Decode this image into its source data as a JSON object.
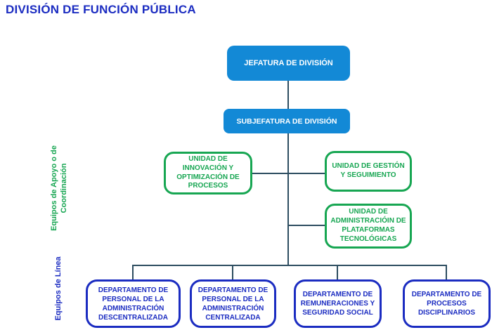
{
  "title": "DIVISIÓN DE FUNCIÓN PÚBLICA",
  "colors": {
    "title_blue": "#1b2cc1",
    "box_fill_blue": "#1389d6",
    "green": "#17a652",
    "connector_line": "#2d4d60"
  },
  "org": {
    "root": "JEFATURA DE DIVISIÓN",
    "deputy": "SUBJEFATURA DE DIVISIÓN",
    "side_labels": {
      "support": "Equipos de Apoyo o de Coordinación",
      "line": "Equipos de Línea"
    },
    "support_units": [
      "UNIDAD DE INNOVACIÓN Y OPTIMIZACIÓN DE PROCESOS",
      "UNIDAD DE GESTIÓN Y SEGUIMIENTO",
      "UNIDAD DE ADMINISTRACIÓIN DE PLATAFORMAS TECNOLÓGICAS"
    ],
    "departments": [
      "DEPARTAMENTO DE PERSONAL DE LA ADMINISTRACIÓN DESCENTRALIZADA",
      "DEPARTAMENTO DE PERSONAL DE LA ADMINISTRACIÓN CENTRALIZADA",
      "DEPARTAMENTO DE REMUNERACIONES Y SEGURIDAD SOCIAL",
      "DEPARTAMENTO DE PROCESOS DISCIPLINARIOS"
    ]
  }
}
